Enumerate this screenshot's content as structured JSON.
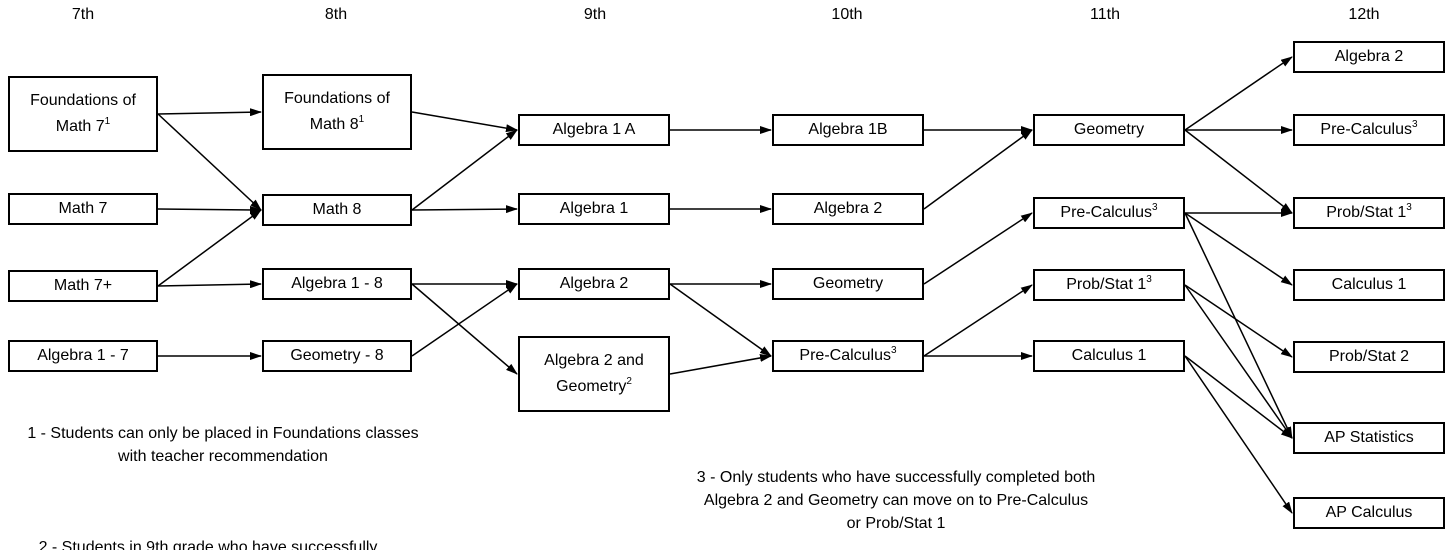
{
  "grades": [
    "7th",
    "8th",
    "9th",
    "10th",
    "11th",
    "12th"
  ],
  "courses": {
    "foundations7": {
      "text": "Foundations of Math 7",
      "sup": "1"
    },
    "math7": {
      "text": "Math 7",
      "sup": ""
    },
    "math7plus": {
      "text": "Math 7+",
      "sup": ""
    },
    "alg1_7": {
      "text": "Algebra 1 - 7",
      "sup": ""
    },
    "foundations8": {
      "text": "Foundations of Math 8",
      "sup": "1"
    },
    "math8": {
      "text": "Math 8",
      "sup": ""
    },
    "alg1_8": {
      "text": "Algebra 1 - 8",
      "sup": ""
    },
    "geom8": {
      "text": "Geometry - 8",
      "sup": ""
    },
    "alg1a": {
      "text": "Algebra 1 A",
      "sup": ""
    },
    "alg1_9": {
      "text": "Algebra 1",
      "sup": ""
    },
    "alg2_9": {
      "text": "Algebra 2",
      "sup": ""
    },
    "alg2geom9": {
      "text": "Algebra 2 and Geometry",
      "sup": "2"
    },
    "alg1b": {
      "text": "Algebra 1B",
      "sup": ""
    },
    "alg2_10": {
      "text": "Algebra 2",
      "sup": ""
    },
    "geom10": {
      "text": "Geometry",
      "sup": ""
    },
    "precalc10": {
      "text": "Pre-Calculus",
      "sup": "3"
    },
    "geom11": {
      "text": "Geometry",
      "sup": ""
    },
    "precalc11": {
      "text": "Pre-Calculus",
      "sup": "3"
    },
    "probstat11": {
      "text": "Prob/Stat 1",
      "sup": "3"
    },
    "calc1_11": {
      "text": "Calculus 1",
      "sup": ""
    },
    "alg2_12": {
      "text": "Algebra 2",
      "sup": ""
    },
    "precalc12": {
      "text": "Pre-Calculus",
      "sup": "3"
    },
    "probstat1_12": {
      "text": "Prob/Stat 1",
      "sup": "3"
    },
    "calc1_12": {
      "text": "Calculus 1",
      "sup": ""
    },
    "probstat2_12": {
      "text": "Prob/Stat 2",
      "sup": ""
    },
    "apstats": {
      "text": "AP Statistics",
      "sup": ""
    },
    "apcalc": {
      "text": "AP Calculus",
      "sup": ""
    }
  },
  "connections": [
    [
      "foundations7",
      "foundations8"
    ],
    [
      "foundations7",
      "math8"
    ],
    [
      "math7",
      "math8"
    ],
    [
      "math7plus",
      "math8"
    ],
    [
      "math7plus",
      "alg1_8"
    ],
    [
      "alg1_7",
      "geom8"
    ],
    [
      "foundations8",
      "alg1a"
    ],
    [
      "math8",
      "alg1a"
    ],
    [
      "math8",
      "alg1_9"
    ],
    [
      "alg1_8",
      "alg2_9"
    ],
    [
      "alg1_8",
      "alg2geom9"
    ],
    [
      "geom8",
      "alg2_9"
    ],
    [
      "alg1a",
      "alg1b"
    ],
    [
      "alg1_9",
      "alg2_10"
    ],
    [
      "alg2_9",
      "geom10"
    ],
    [
      "alg2_9",
      "precalc10"
    ],
    [
      "alg2geom9",
      "precalc10"
    ],
    [
      "alg1b",
      "geom11"
    ],
    [
      "alg2_10",
      "geom11"
    ],
    [
      "geom10",
      "precalc11"
    ],
    [
      "precalc10",
      "probstat11"
    ],
    [
      "precalc10",
      "calc1_11"
    ],
    [
      "geom11",
      "alg2_12"
    ],
    [
      "geom11",
      "precalc12"
    ],
    [
      "geom11",
      "probstat1_12"
    ],
    [
      "precalc11",
      "probstat1_12"
    ],
    [
      "precalc11",
      "calc1_12"
    ],
    [
      "precalc11",
      "apstats"
    ],
    [
      "probstat11",
      "probstat2_12"
    ],
    [
      "probstat11",
      "apstats"
    ],
    [
      "calc1_11",
      "apstats"
    ],
    [
      "calc1_11",
      "apcalc"
    ]
  ],
  "notes": {
    "note1": "1 - Students can only be placed in Foundations classes with teacher recommendation",
    "note2": "2 - Students in 9th grade who have successfully",
    "note3": "3 - Only students who have successfully completed both Algebra 2 and Geometry can move on to Pre-Calculus or Prob/Stat 1"
  }
}
